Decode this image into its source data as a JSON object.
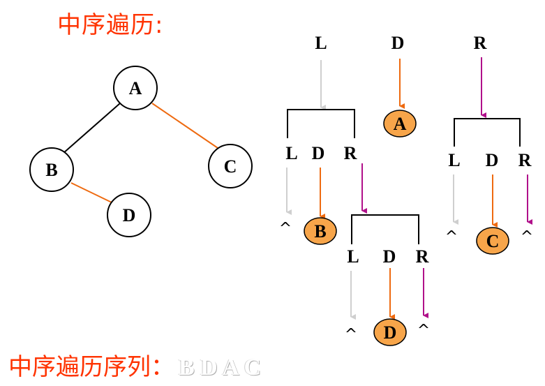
{
  "heading": "中序遍历:",
  "footer": {
    "label": "中序遍历序列：",
    "sequence": "B D A C"
  },
  "colors": {
    "accent": "#ff3300",
    "orange_fill": "#f7a54a",
    "orange_edge": "#ee6a10",
    "purple": "#b0108a",
    "gray": "#cfcfcf"
  },
  "tree": {
    "nodes": [
      "A",
      "B",
      "C",
      "D"
    ]
  },
  "traversal": {
    "top": {
      "l": "L",
      "d": "D",
      "r": "R"
    },
    "visited": {
      "a": "A",
      "b": "B",
      "c": "C",
      "d": "D"
    },
    "left_sub": {
      "l": "L",
      "d": "D",
      "r": "R"
    },
    "right_sub": {
      "l": "L",
      "d": "D",
      "r": "R"
    },
    "b_right_sub": {
      "l": "L",
      "d": "D",
      "r": "R"
    },
    "null_symbol": "^"
  }
}
